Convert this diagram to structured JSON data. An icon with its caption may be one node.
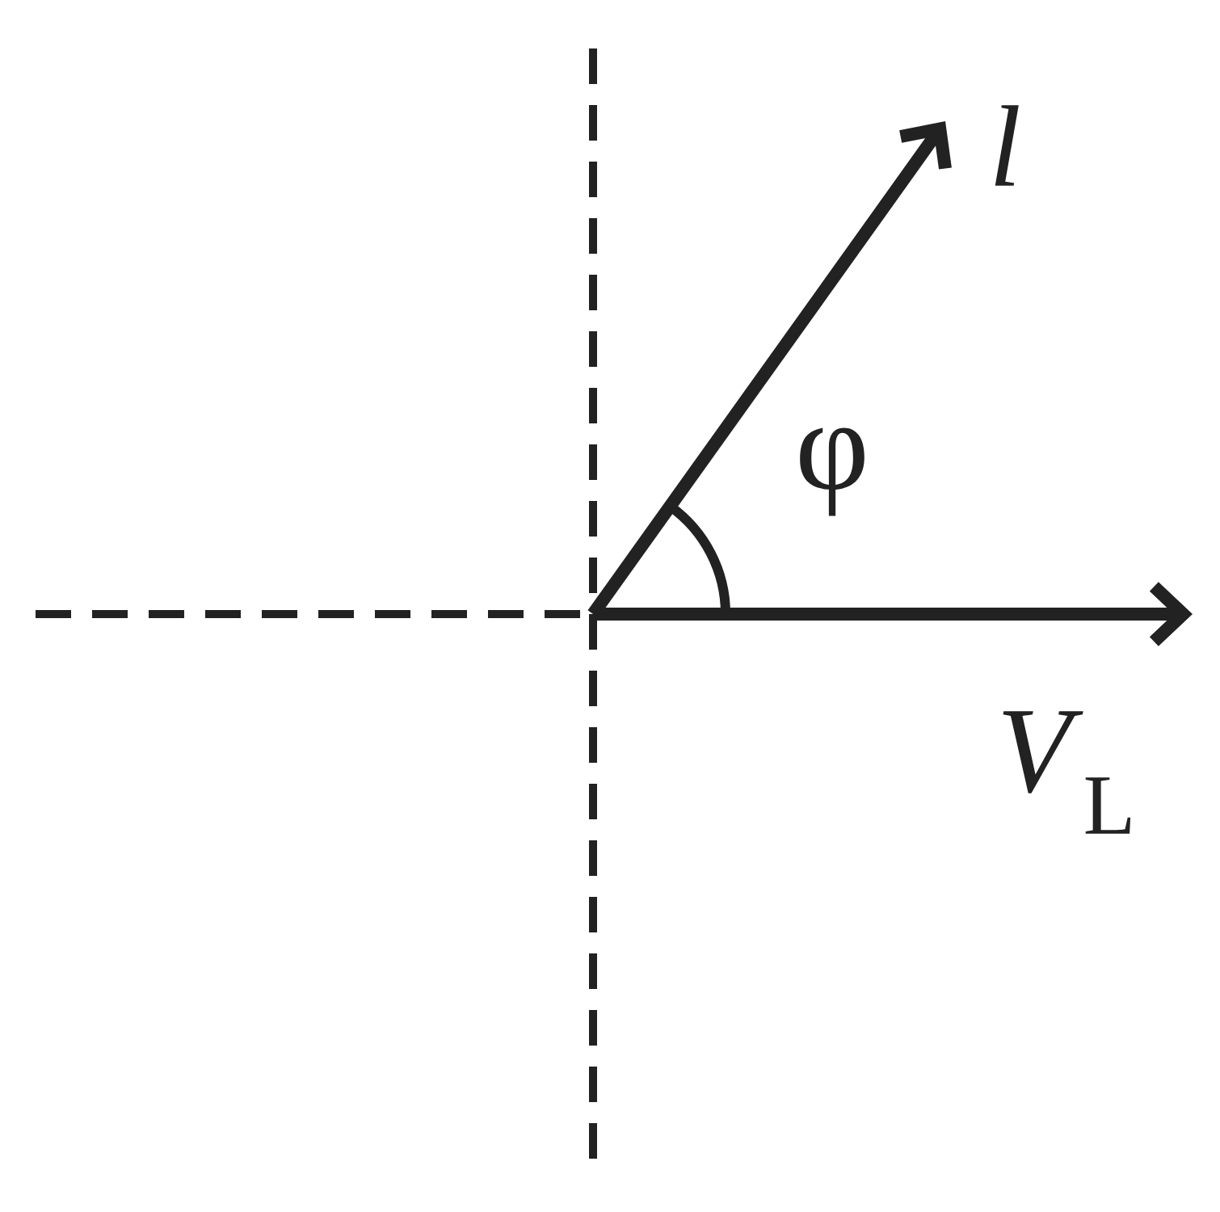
{
  "diagram": {
    "labels": [
      "l",
      "φ",
      "*V*$_{L}$"
    ]
  }
}
